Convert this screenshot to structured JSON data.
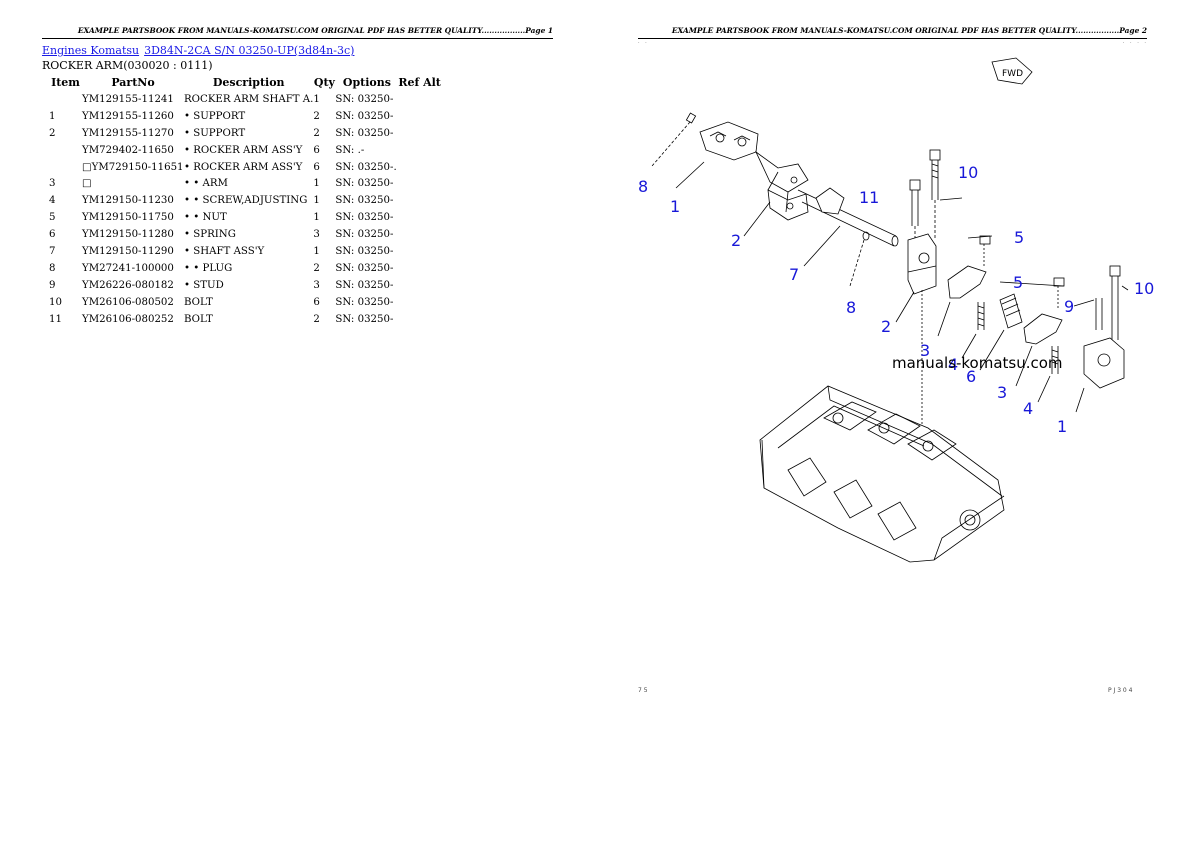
{
  "header": {
    "page1": "EXAMPLE PARTSBOOK FROM MANUALS-KOMATSU.COM ORIGINAL PDF HAS BETTER QUALITY.................Page 1",
    "page2": "EXAMPLE PARTSBOOK FROM MANUALS-KOMATSU.COM ORIGINAL PDF HAS BETTER QUALITY.................Page 2"
  },
  "breadcrumb": {
    "link1": "Engines Komatsu",
    "link2": "3D84N-2CA S/N 03250-UP(3d84n-3c)"
  },
  "section_title": "ROCKER ARM(030020 : 0111)",
  "table": {
    "columns": [
      "Item",
      "PartNo",
      "Description",
      "Qty",
      "Options",
      "Ref Alt"
    ],
    "rows": [
      [
        "",
        "YM129155-11241",
        "ROCKER ARM SHAFT A.",
        "1",
        "SN: 03250-",
        ""
      ],
      [
        "1",
        "YM129155-11260",
        "• SUPPORT",
        "2",
        "SN: 03250-",
        ""
      ],
      [
        "2",
        "YM129155-11270",
        "• SUPPORT",
        "2",
        "SN: 03250-",
        ""
      ],
      [
        "",
        "YM729402-11650",
        "• ROCKER ARM ASS'Y",
        "6",
        "SN: .-",
        ""
      ],
      [
        "",
        "YM729150-11651",
        "• ROCKER ARM ASS'Y",
        "6",
        "SN: 03250-.",
        ""
      ],
      [
        "3",
        "",
        "• • ARM",
        "1",
        "SN: 03250-",
        ""
      ],
      [
        "4",
        "YM129150-11230",
        "• • SCREW,ADJUSTING",
        "1",
        "SN: 03250-",
        ""
      ],
      [
        "5",
        "YM129150-11750",
        "• • NUT",
        "1",
        "SN: 03250-",
        ""
      ],
      [
        "6",
        "YM129150-11280",
        "• SPRING",
        "3",
        "SN: 03250-",
        ""
      ],
      [
        "7",
        "YM129150-11290",
        "• SHAFT ASS'Y",
        "1",
        "SN: 03250-",
        ""
      ],
      [
        "8",
        "YM27241-100000",
        "• • PLUG",
        "2",
        "SN: 03250-",
        ""
      ],
      [
        "9",
        "YM26226-080182",
        "• STUD",
        "3",
        "SN: 03250-",
        ""
      ],
      [
        "10",
        "YM26106-080502",
        "BOLT",
        "6",
        "SN: 03250-",
        ""
      ],
      [
        "11",
        "YM26106-080252",
        "BOLT",
        "2",
        "SN: 03250-",
        ""
      ]
    ],
    "replaced_marker": "□"
  },
  "diagram": {
    "watermark": "manuals-komatsu.com",
    "fwd_label": "FWD",
    "footer_left": "7 5",
    "footer_right": "P J 3 0 4",
    "callouts": [
      "8",
      "1",
      "2",
      "7",
      "11",
      "10",
      "5",
      "8",
      "2",
      "5",
      "9",
      "10",
      "3",
      "4",
      "6",
      "3",
      "4",
      "1"
    ],
    "callout_color": "#1818d8"
  }
}
